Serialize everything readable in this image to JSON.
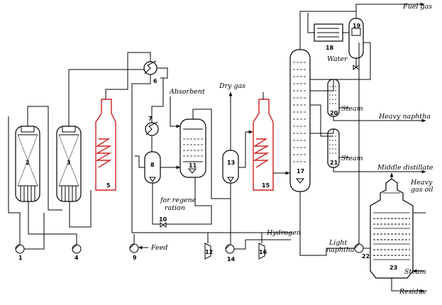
{
  "streams": {
    "fuel_gas": "Fuel gas",
    "water": "Water",
    "absorbent": "Absorbent",
    "dry_gas": "Dry gas",
    "steam_20": "Steam",
    "heavy_naphtha": "Heavy naphtha",
    "steam_21": "Steam",
    "middle_distillate": "Middle distillate",
    "heavy_gas_oil_1": "Heavy",
    "heavy_gas_oil_2": "gas oil",
    "for_regen_1": "for regene",
    "for_regen_2": "ration",
    "hydrogen": "Hydrogen",
    "feed": "Feed",
    "light_naphtha_1": "Light",
    "light_naphtha_2": "naphtha",
    "steam_23": "Steam",
    "residue": "Residue"
  },
  "units": [
    "1",
    "2",
    "3",
    "4",
    "5",
    "6",
    "7",
    "8",
    "9",
    "10",
    "11",
    "12",
    "13",
    "14",
    "15",
    "16",
    "17",
    "18",
    "19",
    "20",
    "21",
    "22",
    "23"
  ],
  "colors": {
    "furnace": "#d02020",
    "lines": "#000000"
  }
}
